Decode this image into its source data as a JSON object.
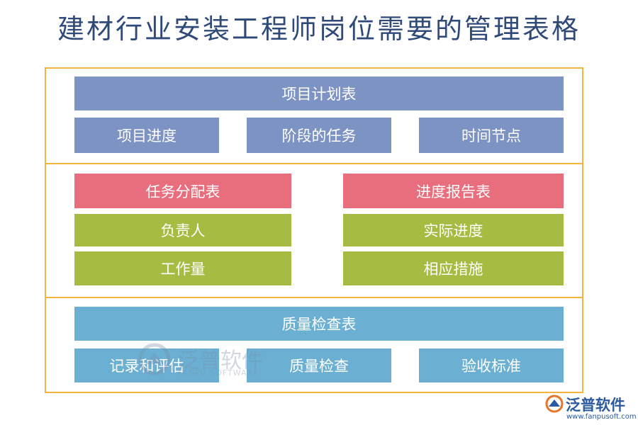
{
  "title": "建材行业安装工程师岗位需要的管理表格",
  "sections": [
    {
      "header": "项目计划表",
      "items": [
        "项目进度",
        "阶段的任务",
        "时间节点"
      ]
    },
    {
      "columns": [
        {
          "header": "任务分配表",
          "items": [
            "负责人",
            "工作量"
          ]
        },
        {
          "header": "进度报告表",
          "items": [
            "实际进度",
            "相应措施"
          ]
        }
      ]
    },
    {
      "header": "质量检查表",
      "items": [
        "记录和评估",
        "质量检查",
        "验收标准"
      ]
    }
  ],
  "watermark": {
    "name": "泛普软件",
    "sub": "FANPU SOFTWARE"
  },
  "logo": {
    "name": "泛普软件",
    "url": "www.fanpusoft.com"
  },
  "colors": {
    "title": "#2f4a78",
    "frame": "#f2b43d",
    "plan": "#7d93c3",
    "assign": "#e96e7d",
    "detail": "#a6bb42",
    "quality": "#6bb0d3"
  }
}
